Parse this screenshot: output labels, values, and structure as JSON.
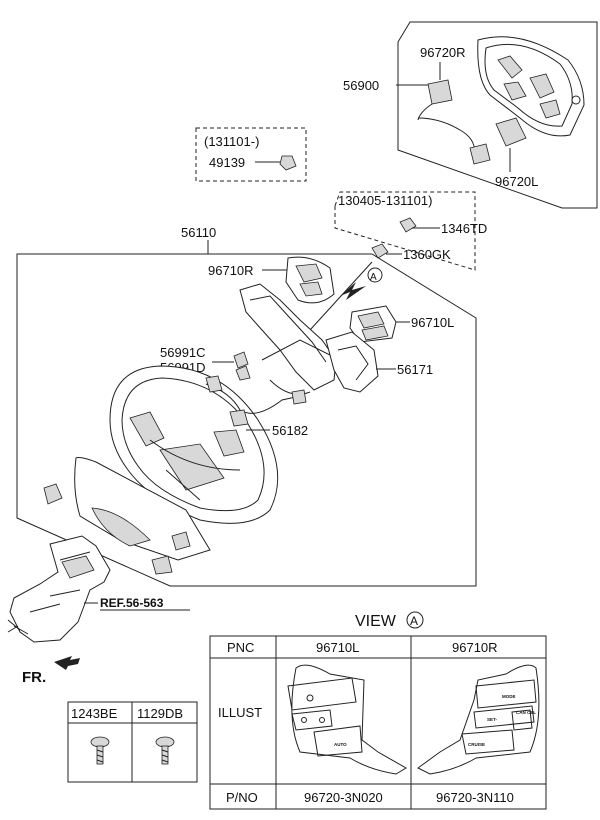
{
  "parts": {
    "p56900": "56900",
    "p96720R": "96720R",
    "p96720L": "96720L",
    "date1": "(131101-)",
    "p49139": "49139",
    "date2": "130405-131101)",
    "p1346TD": "1346TD",
    "p1360GK": "1360GK",
    "p56110": "56110",
    "p96710R": "96710R",
    "p96710L": "96710L",
    "p56991C": "56991C",
    "p56991D": "56991D",
    "p56171": "56171",
    "p56182": "56182",
    "ref": "REF.56-563",
    "fr": "FR.",
    "viewA": "A"
  },
  "view": {
    "title": "VIEW",
    "circle": "A",
    "pnc_label": "PNC",
    "illust_label": "ILLUST",
    "pno_label": "P/NO",
    "pnc_left": "96710L",
    "pnc_right": "96710R",
    "pno_left": "96720-3N020",
    "pno_right": "96720-3N110",
    "sw_left_btn": "AUTO",
    "sw_right_btn1": "MODE",
    "sw_right_btn2": "SET-",
    "sw_right_btn3": "CRUISE",
    "sw_right_btn4": "CAN CEL"
  },
  "fasteners": {
    "col1": "1243BE",
    "col2": "1129DB"
  }
}
